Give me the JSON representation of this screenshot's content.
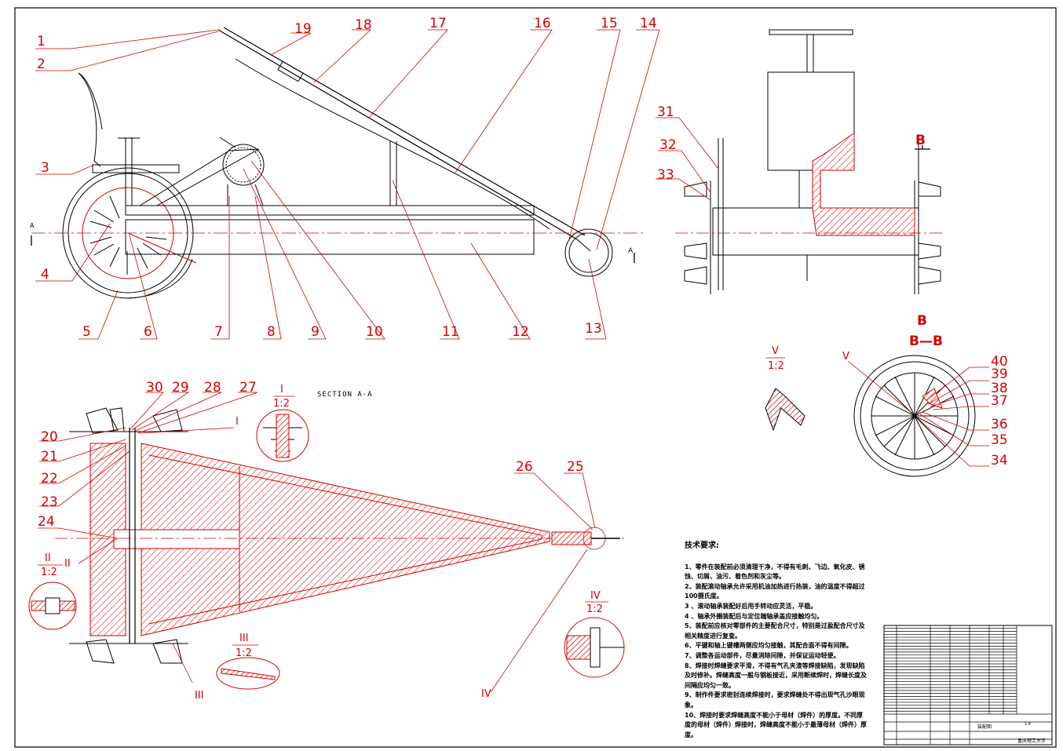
{
  "drawing": {
    "section_label": "SECTION A-A",
    "bb_label": "B—B",
    "b_top": "B",
    "b_bottom": "B",
    "a_left": "A",
    "a_right": "A",
    "scale": "1:2",
    "detail_I": "I",
    "detail_II": "II",
    "detail_III": "III",
    "detail_IV": "IV",
    "detail_V": "V"
  },
  "callouts": [
    "1",
    "2",
    "3",
    "4",
    "5",
    "6",
    "7",
    "8",
    "9",
    "10",
    "11",
    "12",
    "13",
    "14",
    "15",
    "16",
    "17",
    "18",
    "19",
    "20",
    "21",
    "22",
    "23",
    "24",
    "25",
    "26",
    "27",
    "28",
    "29",
    "30",
    "31",
    "32",
    "33",
    "34",
    "35",
    "36",
    "37",
    "38",
    "39",
    "40"
  ],
  "tech": {
    "title": "技术要求:",
    "items": [
      "1、零件在装配前必须清理干净，不得有毛刺、飞边、氧化皮、锈蚀、切屑、油污、着色剂和灰尘等。",
      "2、装配滚动轴承允许采用机油加热进行热装，油的温度不得超过100摄氏度。",
      "3 、滚动轴承装配好后用手转动应灵活，平稳。",
      "4 、轴承外圈装配后与定位端轴承盖应接触均匀。",
      "5、装配前应核对零部件的主要配合尺寸，特别是过盈配合尺寸及相关精度进行复查。",
      "6、平键和轴上键槽两侧应均匀接触，其配合面不得有间隙。",
      "7、调整各运动部件，尽量消除间隙，并保证运动轻便。",
      "8、焊接时焊缝要求平滑，不得有气孔夹渣等焊接缺陷，发现缺陷及时修补。焊缝高度一般与钢板接近，采用断续焊时，焊缝长度及间隔应均匀一致。",
      "9、制作件要求密封连续焊接时，要求焊缝处不得出现气孔沙眼现象。",
      "10、焊接时要求焊缝高度不能小于母材（焊件）的厚度。不同厚度的母材（焊件）焊接时，焊缝高度不能小于最薄母材（焊件）厚度。"
    ]
  },
  "title_block": {
    "drawing_name": "装配图",
    "scale_value": "1:4",
    "school": "重庆理工大学"
  },
  "colors": {
    "line": "#d40000",
    "ink": "#000000",
    "hatch": "#d40000"
  }
}
